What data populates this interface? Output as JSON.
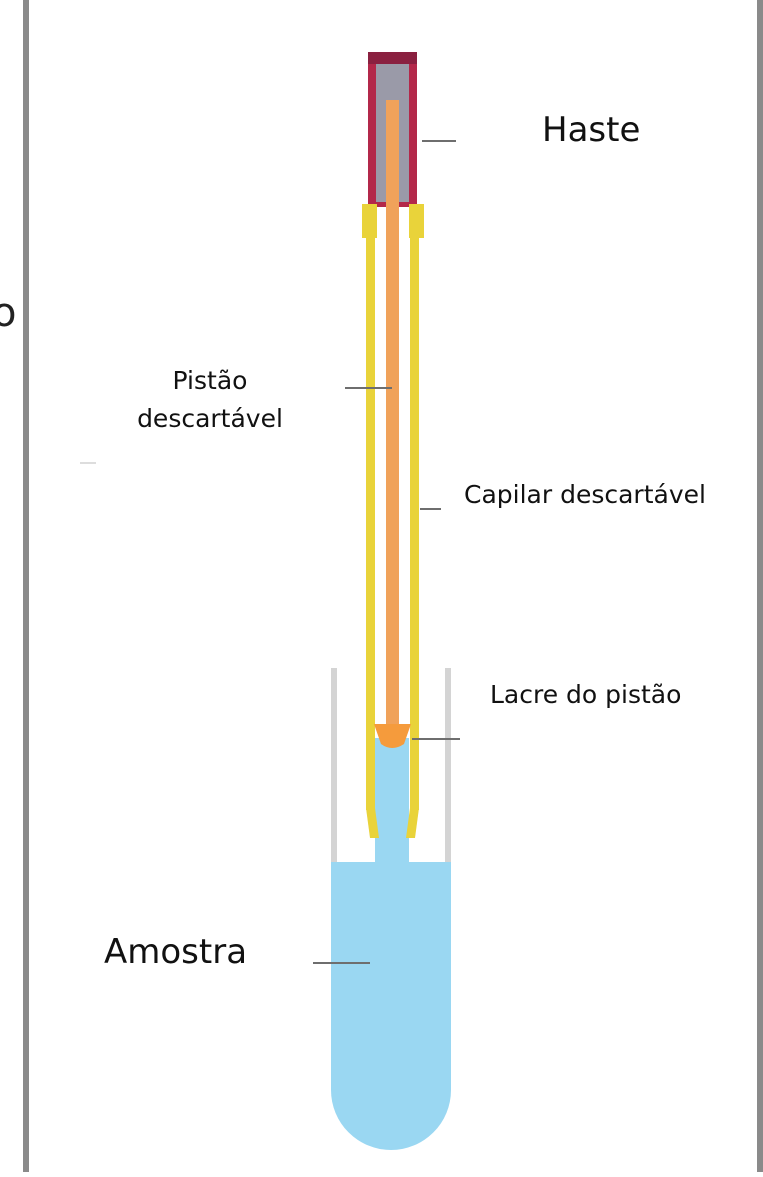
{
  "labels": {
    "haste": "Haste",
    "pistao_line1": "Pistão",
    "pistao_line2": "descartável",
    "capilar": "Capilar descartável",
    "lacre": "Lacre do pistão",
    "amostra": "Amostra"
  },
  "edge_glyph": "o",
  "colors": {
    "sample": "#9ad7f2",
    "capillary": "#e9d33a",
    "piston": "#f0a25a",
    "haste_outer": "#b3284a",
    "haste_inner": "#9a9aa8",
    "tube_wall": "#d4d4d4",
    "frame": "#8a8a8a",
    "pointer": "#6e6e6e"
  }
}
